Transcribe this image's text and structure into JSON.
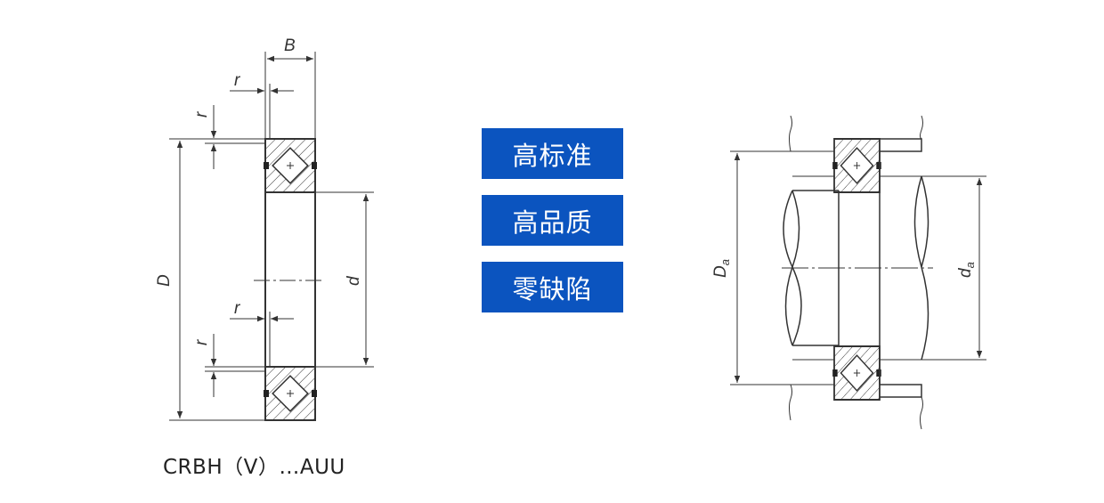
{
  "features": [
    {
      "label": "高标准"
    },
    {
      "label": "高品质"
    },
    {
      "label": "零缺陷"
    }
  ],
  "left_diagram": {
    "caption": "CRBH（V）…AUU",
    "labels": {
      "B": "B",
      "r": "r",
      "D": "D",
      "d": "d"
    }
  },
  "right_diagram": {
    "labels": {
      "Da": "D",
      "Da_sub": "a",
      "da": "d",
      "da_sub": "a"
    }
  },
  "colors": {
    "accent": "#0b54bf",
    "line": "#333333"
  }
}
